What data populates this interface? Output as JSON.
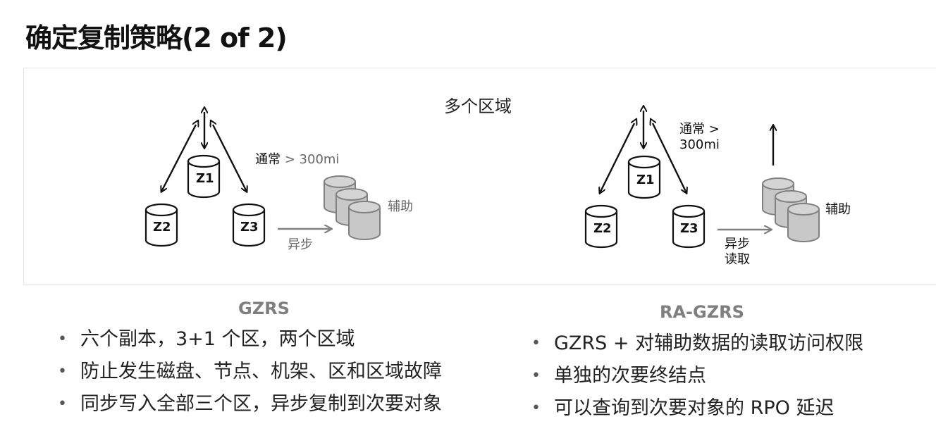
{
  "title": "确定复制策略(2 of 2)",
  "diagram": {
    "region_label": "多个区域",
    "left": {
      "zones": [
        "Z1",
        "Z2",
        "Z3"
      ],
      "distance_label_prefix": "通常",
      "distance_label_value": "> 300mi",
      "secondary_label": "辅助",
      "async_label": "异步"
    },
    "right": {
      "zones": [
        "Z1",
        "Z2",
        "Z3"
      ],
      "distance_label_line1": "通常 >",
      "distance_label_line2": "300mi",
      "secondary_label": "辅助",
      "async_label_line1": "异步",
      "async_label_line2": "读取"
    }
  },
  "gzrs": {
    "title": "GZRS",
    "bullets": [
      "六个副本，3+1 个区，两个区域",
      "防止发生磁盘、节点、机架、区和区域故障",
      "同步写入全部三个区，异步复制到次要对象"
    ]
  },
  "ragzrs": {
    "title": "RA-GZRS",
    "bullets": [
      "GZRS + 对辅助数据的读取访问权限",
      "单独的次要终结点",
      "可以查询到次要对象的 RPO 延迟"
    ]
  },
  "bullet_char": "•"
}
